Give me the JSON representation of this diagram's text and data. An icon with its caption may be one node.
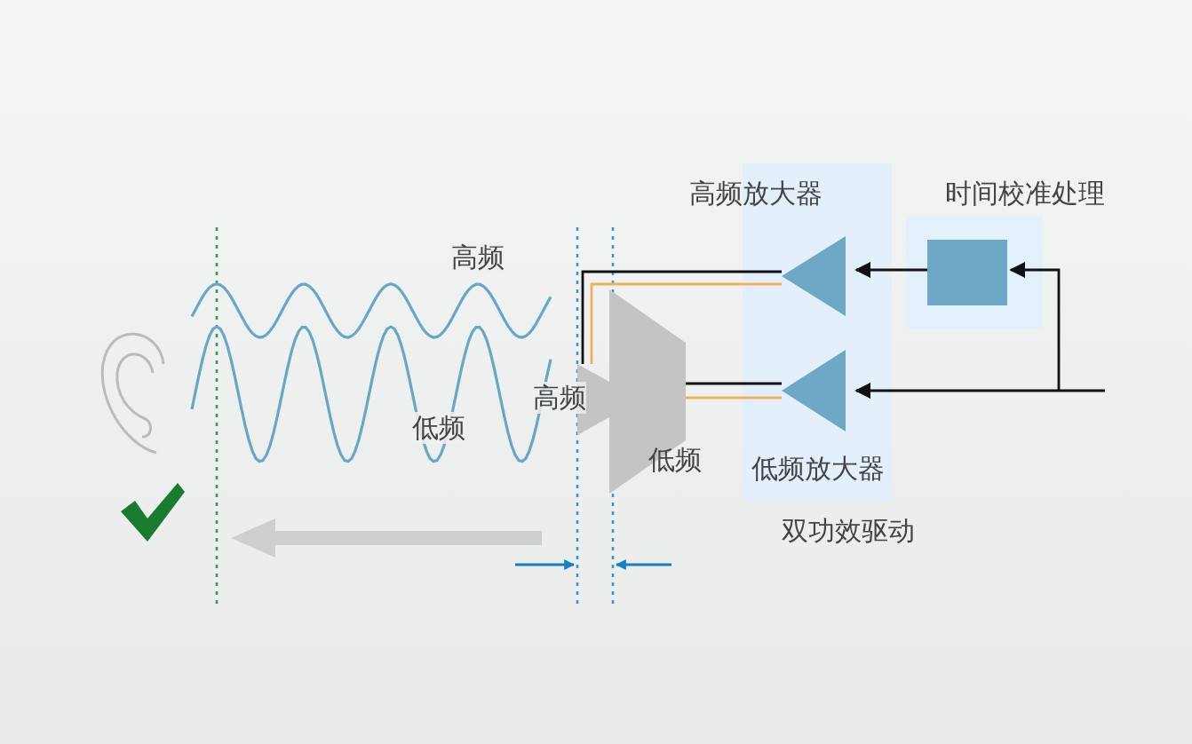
{
  "diagram": {
    "nodes": [
      {
        "text": [
          "双功效驱动"
        ]
      },
      {
        "text": [
          "高频放大器"
        ],
        "in": 0
      },
      {
        "text": [
          "低频放大器"
        ],
        "in": 0
      },
      {
        "text": [
          "时间校准处理"
        ]
      },
      {
        "text": [],
        "shape": "box",
        "in": 3
      },
      {
        "text": [
          "高频"
        ]
      },
      {
        "text": [
          "低频"
        ]
      }
    ],
    "edges": [
      {
        "from": null,
        "to": 2,
        "arrow": "to"
      },
      {
        "from": null,
        "to": 4,
        "arrow": "to"
      },
      {
        "from": 4,
        "to": 1,
        "arrow": "to"
      },
      {
        "from": 1,
        "to": 5,
        "arrow": "none"
      },
      {
        "from": 2,
        "to": 6,
        "arrow": "none"
      }
    ],
    "labels": [
      "高频",
      "低频"
    ]
  }
}
